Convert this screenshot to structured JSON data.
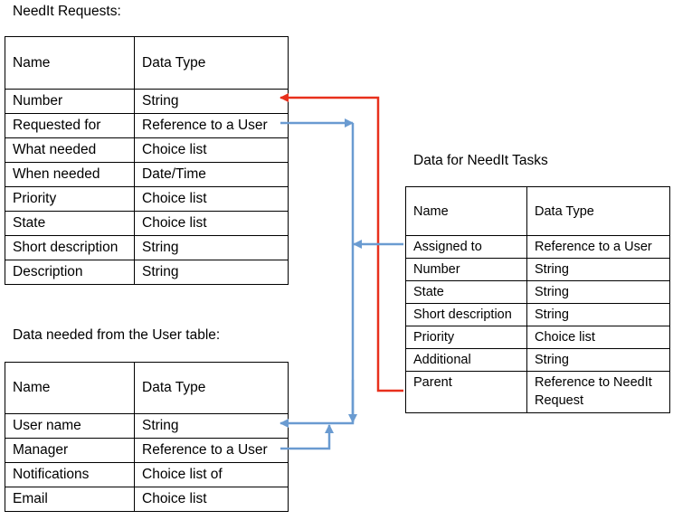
{
  "needit_requests": {
    "title": "NeedIt Requests:",
    "header": [
      "Name",
      "Data Type"
    ],
    "rows": [
      [
        "Number",
        "String"
      ],
      [
        "Requested for",
        "Reference to a User"
      ],
      [
        "What needed",
        "Choice list"
      ],
      [
        "When needed",
        "Date/Time"
      ],
      [
        "Priority",
        "Choice list"
      ],
      [
        "State",
        "Choice list"
      ],
      [
        "Short description",
        "String"
      ],
      [
        "Description",
        "String"
      ]
    ]
  },
  "user_table": {
    "title": "Data needed from the User table:",
    "header": [
      "Name",
      "Data Type"
    ],
    "rows": [
      [
        "User name",
        "String"
      ],
      [
        "Manager",
        "Reference to a User"
      ],
      [
        "Notifications",
        "Choice list of"
      ],
      [
        "Email",
        "Choice list"
      ]
    ]
  },
  "needit_tasks": {
    "title": "Data for NeedIt Tasks",
    "header": [
      "Name",
      "Data Type"
    ],
    "rows": [
      [
        "Assigned to",
        "Reference to a User"
      ],
      [
        "Number",
        "String"
      ],
      [
        "State",
        "String"
      ],
      [
        "Short description",
        "String"
      ],
      [
        "Priority",
        "Choice list"
      ],
      [
        "Additional",
        "String"
      ],
      [
        "Parent",
        "Reference to NeedIt Request"
      ]
    ]
  },
  "colors": {
    "parent_link": "#e8301c",
    "user_link": "#6a9bd1"
  }
}
